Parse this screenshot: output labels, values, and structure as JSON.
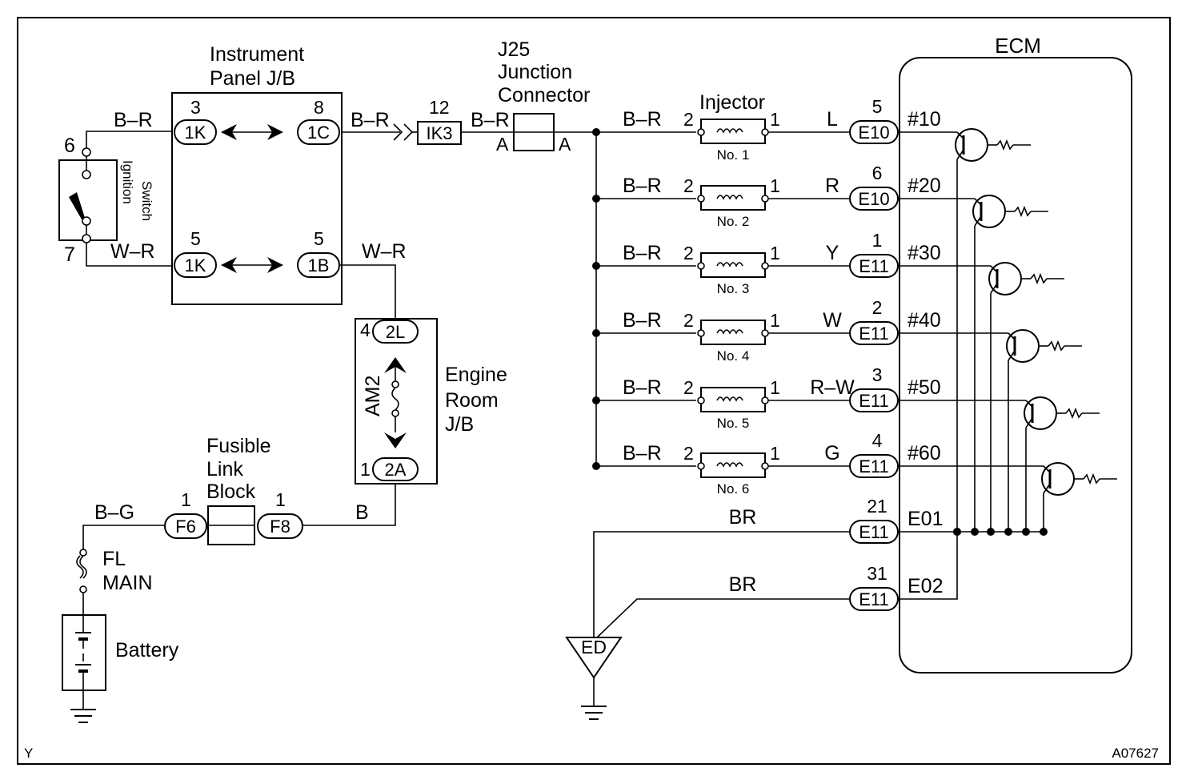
{
  "figure_code": "A07627",
  "corner_letter": "Y",
  "ecm": {
    "title": "ECM",
    "outputs": [
      {
        "pin": "5",
        "connector": "E10",
        "signal": "#10",
        "wire": "L",
        "injector": "No. 1"
      },
      {
        "pin": "6",
        "connector": "E10",
        "signal": "#20",
        "wire": "R",
        "injector": "No. 2"
      },
      {
        "pin": "1",
        "connector": "E11",
        "signal": "#30",
        "wire": "Y",
        "injector": "No. 3"
      },
      {
        "pin": "2",
        "connector": "E11",
        "signal": "#40",
        "wire": "W",
        "injector": "No. 4"
      },
      {
        "pin": "3",
        "connector": "E11",
        "signal": "#50",
        "wire": "R–W",
        "injector": "No. 5"
      },
      {
        "pin": "4",
        "connector": "E11",
        "signal": "#60",
        "wire": "G",
        "injector": "No. 6"
      }
    ],
    "grounds": [
      {
        "pin": "21",
        "connector": "E11",
        "signal": "E01",
        "wire": "BR"
      },
      {
        "pin": "31",
        "connector": "E11",
        "signal": "E02",
        "wire": "BR"
      }
    ]
  },
  "injector": {
    "title": "Injector",
    "pin_in": "2",
    "pin_out": "1",
    "feed_wire": "B–R"
  },
  "instrument_jb": {
    "title_line1": "Instrument",
    "title_line2": "Panel J/B",
    "top_left": {
      "pin": "3",
      "conn": "1K"
    },
    "top_right": {
      "pin": "8",
      "conn": "1C"
    },
    "bot_left": {
      "pin": "5",
      "conn": "1K"
    },
    "bot_right": {
      "pin": "5",
      "conn": "1B"
    }
  },
  "ignition_switch": {
    "line1": "Ignition",
    "line2": "Switch",
    "pin_top": "6",
    "pin_bottom": "7"
  },
  "junction": {
    "line1": "J25",
    "line2": "Junction",
    "line3": "Connector",
    "pin_left": "A",
    "pin_right": "A"
  },
  "ik3": {
    "pin": "12",
    "conn": "IK3"
  },
  "engine_jb": {
    "line1": "Engine",
    "line2": "Room",
    "line3": "J/B",
    "fuse": "AM2",
    "top": {
      "pin": "4",
      "conn": "2L"
    },
    "bottom": {
      "pin": "1",
      "conn": "2A"
    }
  },
  "fusible_link": {
    "line1": "Fusible",
    "line2": "Link",
    "line3": "Block",
    "left": {
      "pin": "1",
      "conn": "F6"
    },
    "right": {
      "pin": "1",
      "conn": "F8"
    }
  },
  "fl_main": {
    "line1": "FL",
    "line2": "MAIN"
  },
  "battery": {
    "label": "Battery"
  },
  "ground": {
    "label": "ED"
  },
  "wires": {
    "br1": "B–R",
    "br2": "B–R",
    "br3": "B–R",
    "wr1": "W–R",
    "wr2": "W–R",
    "b": "B",
    "bg": "B–G"
  }
}
